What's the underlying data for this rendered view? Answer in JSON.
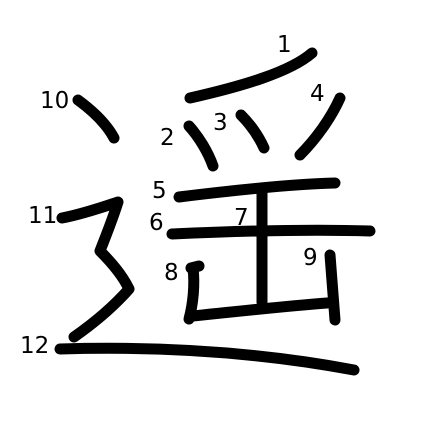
{
  "diagram": {
    "character": "遥",
    "stroke_numbers": [
      "1",
      "2",
      "3",
      "4",
      "5",
      "6",
      "7",
      "8",
      "9",
      "10",
      "11",
      "12"
    ],
    "stroke_color": "#000000",
    "background": "#ffffff"
  }
}
